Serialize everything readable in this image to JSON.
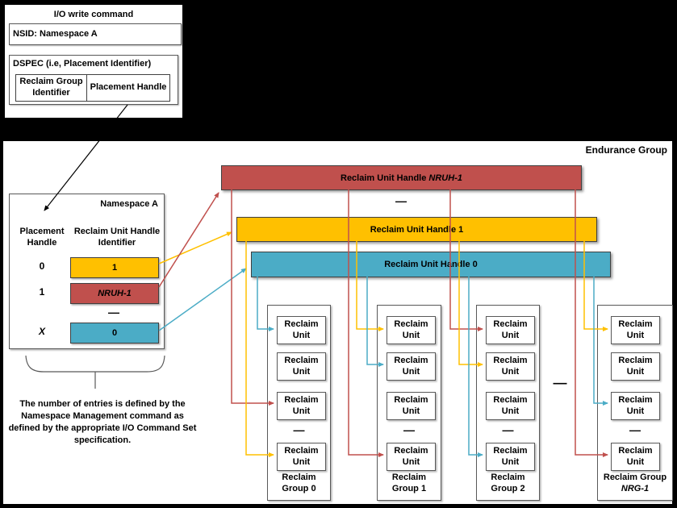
{
  "colors": {
    "red": "#C0504D",
    "yellow": "#FFC000",
    "blue": "#4BACC6"
  },
  "ellipsis": "—",
  "io_box": {
    "title": "I/O write command",
    "nsid": "NSID: Namespace A",
    "dspec_title": "DSPEC (i.e, Placement Identifier)",
    "cells": [
      "Reclaim Group Identifier",
      "Placement Handle"
    ]
  },
  "endurance_group": {
    "label": "Endurance Group"
  },
  "namespace_table": {
    "title": "Namespace A",
    "headers": [
      "Placement Handle",
      "Reclaim Unit Handle Identifier"
    ],
    "rows": [
      {
        "handle": "0",
        "ruh_id": "1",
        "color": "yellow"
      },
      {
        "handle": "1",
        "ruh_id": "NRUH-1",
        "color": "red"
      },
      {
        "handle": "X",
        "ruh_id": "0",
        "color": "blue"
      }
    ]
  },
  "note": "The number of entries is defined by the Namespace Management command as defined by the appropriate I/O Command Set specification.",
  "ruh_bars": [
    {
      "prefix": "Reclaim Unit Handle",
      "id": "NRUH-1",
      "color": "red"
    },
    {
      "prefix": "Reclaim Unit Handle",
      "id": "1",
      "color": "yellow"
    },
    {
      "prefix": "Reclaim Unit Handle",
      "id": "0",
      "color": "blue"
    }
  ],
  "unit_label": "Reclaim Unit",
  "groups": [
    {
      "name": "Reclaim Group 0"
    },
    {
      "name": "Reclaim Group 1"
    },
    {
      "name": "Reclaim Group 2"
    },
    {
      "name": "Reclaim Group",
      "id": "NRG-1"
    }
  ]
}
